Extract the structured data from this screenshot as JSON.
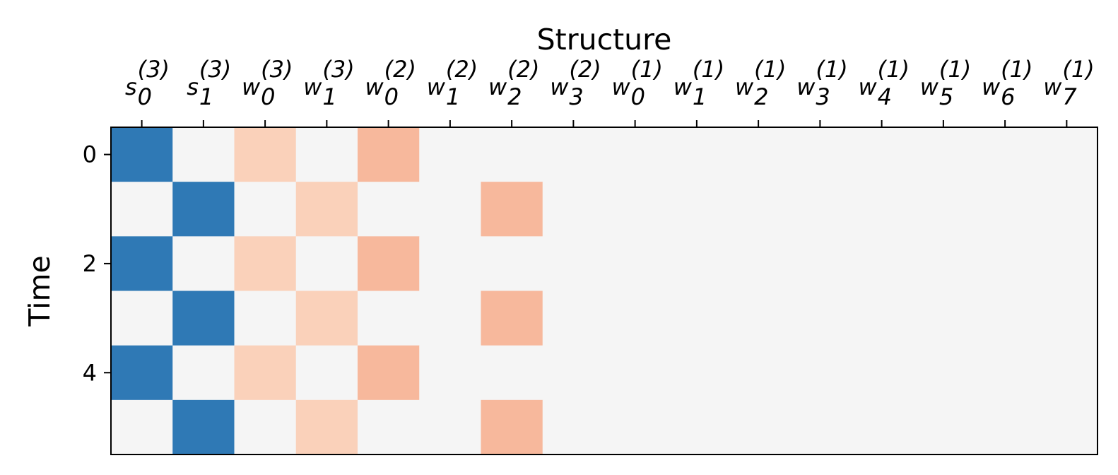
{
  "chart_data": {
    "type": "heatmap",
    "title": "Structure",
    "xlabel": "",
    "ylabel": "Time",
    "x_axis_position": "top",
    "columns": [
      {
        "base": "s",
        "sub": "0",
        "sup": "(3)"
      },
      {
        "base": "s",
        "sub": "1",
        "sup": "(3)"
      },
      {
        "base": "w",
        "sub": "0",
        "sup": "(3)"
      },
      {
        "base": "w",
        "sub": "1",
        "sup": "(3)"
      },
      {
        "base": "w",
        "sub": "0",
        "sup": "(2)"
      },
      {
        "base": "w",
        "sub": "1",
        "sup": "(2)"
      },
      {
        "base": "w",
        "sub": "2",
        "sup": "(2)"
      },
      {
        "base": "w",
        "sub": "3",
        "sup": "(2)"
      },
      {
        "base": "w",
        "sub": "0",
        "sup": "(1)"
      },
      {
        "base": "w",
        "sub": "1",
        "sup": "(1)"
      },
      {
        "base": "w",
        "sub": "2",
        "sup": "(1)"
      },
      {
        "base": "w",
        "sub": "3",
        "sup": "(1)"
      },
      {
        "base": "w",
        "sub": "4",
        "sup": "(1)"
      },
      {
        "base": "w",
        "sub": "5",
        "sup": "(1)"
      },
      {
        "base": "w",
        "sub": "6",
        "sup": "(1)"
      },
      {
        "base": "w",
        "sub": "7",
        "sup": "(1)"
      }
    ],
    "rows": [
      0,
      1,
      2,
      3,
      4,
      5
    ],
    "y_ticks": [
      0,
      2,
      4
    ],
    "values": [
      [
        -1,
        0,
        0.3,
        0,
        0.5,
        0,
        0,
        0,
        0,
        0,
        0,
        0,
        0,
        0,
        0,
        0
      ],
      [
        0,
        -1,
        0,
        0.3,
        0,
        0,
        0.5,
        0,
        0,
        0,
        0,
        0,
        0,
        0,
        0,
        0
      ],
      [
        -1,
        0,
        0.3,
        0,
        0.5,
        0,
        0,
        0,
        0,
        0,
        0,
        0,
        0,
        0,
        0,
        0
      ],
      [
        0,
        -1,
        0,
        0.3,
        0,
        0,
        0.5,
        0,
        0,
        0,
        0,
        0,
        0,
        0,
        0,
        0
      ],
      [
        -1,
        0,
        0.3,
        0,
        0.5,
        0,
        0,
        0,
        0,
        0,
        0,
        0,
        0,
        0,
        0,
        0
      ],
      [
        0,
        -1,
        0,
        0.3,
        0,
        0,
        0.5,
        0,
        0,
        0,
        0,
        0,
        0,
        0,
        0,
        0
      ]
    ],
    "colors": {
      "zero": "#f5f5f5",
      "strong_negative": "#2f79b5",
      "light_positive": "#fad1ba",
      "medium_positive": "#f7b89c"
    },
    "grid": false,
    "legend": "none"
  }
}
